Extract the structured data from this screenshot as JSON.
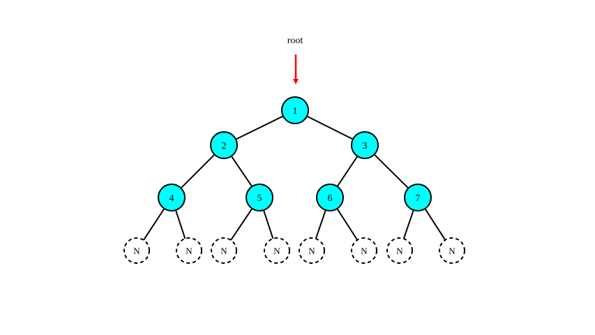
{
  "root_label": "root",
  "colors": {
    "node_fill": "#00ffff",
    "node_stroke": "#000000",
    "null_fill": "#ffffff",
    "edge": "#000000",
    "pointer_arrow": "#ff0000"
  },
  "tree": {
    "nodes": [
      {
        "id": "n1",
        "label": "1",
        "parent": null
      },
      {
        "id": "n2",
        "label": "2",
        "parent": "n1"
      },
      {
        "id": "n3",
        "label": "3",
        "parent": "n1"
      },
      {
        "id": "n4",
        "label": "4",
        "parent": "n2"
      },
      {
        "id": "n5",
        "label": "5",
        "parent": "n2"
      },
      {
        "id": "n6",
        "label": "6",
        "parent": "n3"
      },
      {
        "id": "n7",
        "label": "7",
        "parent": "n3"
      }
    ],
    "null_nodes": [
      {
        "label": "N",
        "parent": "n4"
      },
      {
        "label": "N",
        "parent": "n4"
      },
      {
        "label": "N",
        "parent": "n5"
      },
      {
        "label": "N",
        "parent": "n5"
      },
      {
        "label": "N",
        "parent": "n6"
      },
      {
        "label": "N",
        "parent": "n6"
      },
      {
        "label": "N",
        "parent": "n7"
      },
      {
        "label": "N",
        "parent": "n7"
      }
    ]
  }
}
